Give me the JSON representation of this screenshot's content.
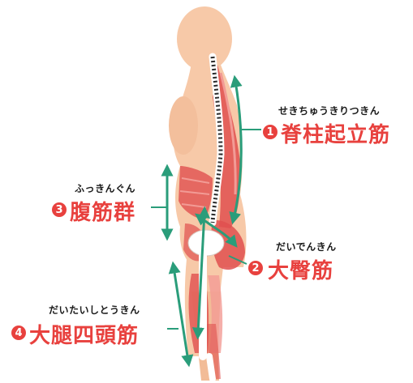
{
  "colors": {
    "skin": "#f7c9a8",
    "skin_shadow": "#eeb08c",
    "muscle": "#e0504f",
    "muscle_light": "#f29b95",
    "bone": "#ffffff",
    "arrow": "#2a9d7a",
    "accent": "#e8413e"
  },
  "labels": [
    {
      "num": "1",
      "reading": "せきちゅうきりつきん",
      "name": "脊柱起立筋"
    },
    {
      "num": "2",
      "reading": "だいでんきん",
      "name": "大臀筋"
    },
    {
      "num": "3",
      "reading": "ふっきんぐん",
      "name": "腹筋群"
    },
    {
      "num": "4",
      "reading": "だいたいしとうきん",
      "name": "大腿四頭筋"
    }
  ]
}
